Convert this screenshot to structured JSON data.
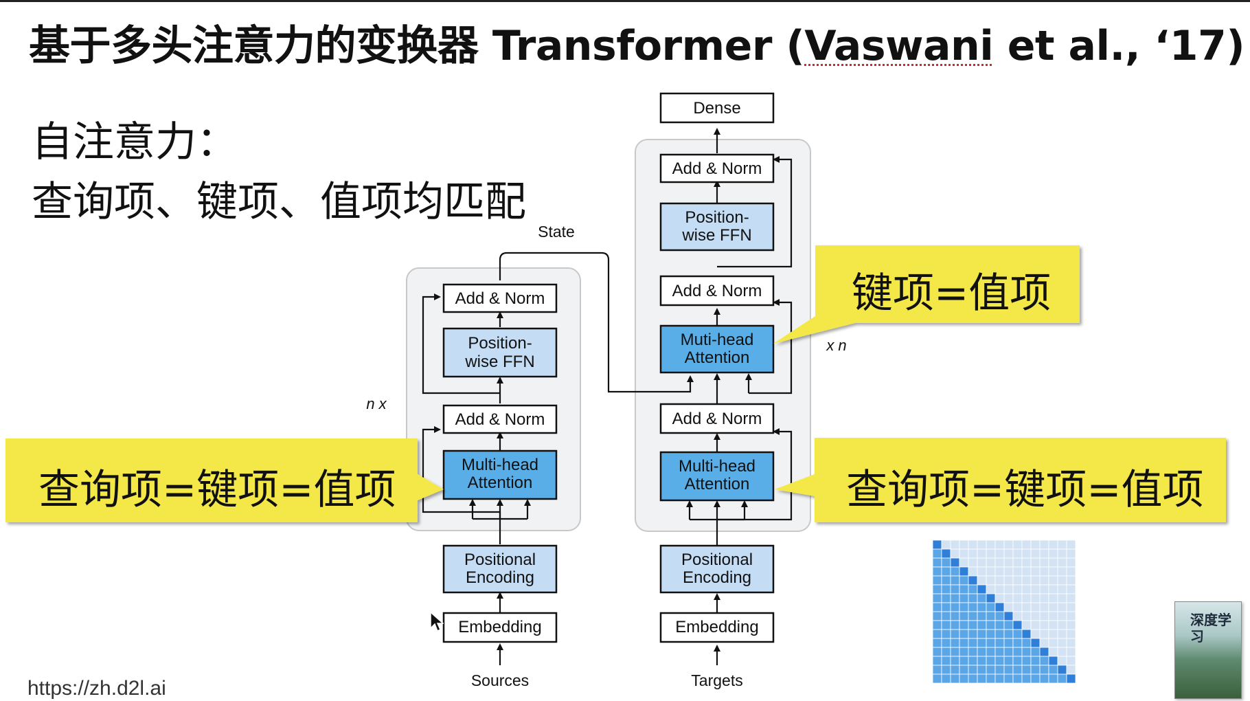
{
  "slide": {
    "title_prefix": "基于多头注意力的变换器 Transformer (",
    "title_author": "Vaswani",
    "title_suffix": " et al., ‘17)",
    "subtitle_line1": "自注意力：",
    "subtitle_line2": "查询项、键项、值项均匹配",
    "url": "https://zh.d2l.ai"
  },
  "encoder": {
    "add_norm_top": "Add & Norm",
    "ffn_line1": "Position-",
    "ffn_line2": "wise FFN",
    "add_norm_bottom": "Add & Norm",
    "attention_line1": "Multi-head",
    "attention_line2": "Attention",
    "pos_enc_line1": "Positional",
    "pos_enc_line2": "Encoding",
    "embedding": "Embedding",
    "input_label": "Sources",
    "repeat_label": "n x"
  },
  "decoder": {
    "dense": "Dense",
    "add_norm_top": "Add & Norm",
    "ffn_line1": "Position-",
    "ffn_line2": "wise FFN",
    "add_norm_mid": "Add & Norm",
    "cross_attention_line1": "Muti-head",
    "cross_attention_line2": "Attention",
    "add_norm_bottom": "Add & Norm",
    "self_attention_line1": "Multi-head",
    "self_attention_line2": "Attention",
    "pos_enc_line1": "Positional",
    "pos_enc_line2": "Encoding",
    "embedding": "Embedding",
    "input_label": "Targets",
    "repeat_label": "x n"
  },
  "state_label": "State",
  "callouts": {
    "encoder_self_attention": "查询项=键项=值项",
    "decoder_cross_attention": "键项=值项",
    "decoder_self_attention": "查询项=键项=值项"
  },
  "book": {
    "title": "深度学习"
  },
  "colors": {
    "attention_fill": "#5aaee8",
    "block_fill": "#c4dcf4",
    "callout_fill": "#f4e84a",
    "mask_blue": "#5aa6e6",
    "mask_light": "#d3e3f3"
  }
}
